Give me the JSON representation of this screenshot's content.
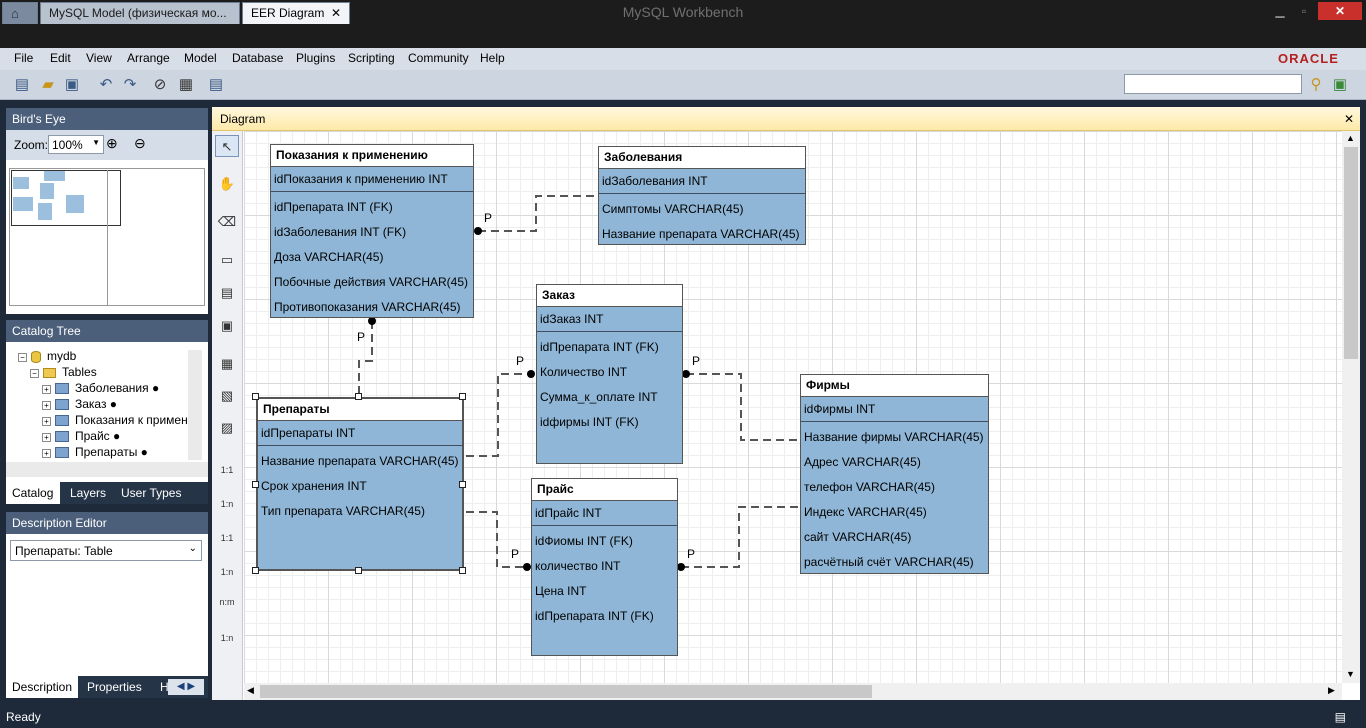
{
  "window": {
    "title": "MySQL Workbench"
  },
  "tabs": [
    {
      "label": "MySQL Model (физическая мо..."
    },
    {
      "label": "EER Diagram"
    }
  ],
  "menu": [
    "File",
    "Edit",
    "View",
    "Arrange",
    "Model",
    "Database",
    "Plugins",
    "Scripting",
    "Community",
    "Help"
  ],
  "brand": "ORACLE",
  "birds_eye": {
    "title": "Bird's Eye",
    "zoom_label": "Zoom:",
    "zoom_value": "100%"
  },
  "catalog": {
    "title": "Catalog Tree",
    "schema": "mydb",
    "folder": "Tables",
    "tables": [
      "Заболевания ●",
      "Заказ ●",
      "Показания к примен",
      "Прайс ●",
      "Препараты ●"
    ],
    "tabs": [
      "Catalog",
      "Layers",
      "User Types"
    ]
  },
  "description_editor": {
    "title": "Description Editor",
    "selected": "Препараты: Table",
    "tabs": [
      "Description",
      "Properties",
      "H"
    ]
  },
  "diagram": {
    "header": "Diagram"
  },
  "toolbar_labels": {
    "one_to_one": "1:1",
    "one_to_n": "1:n",
    "n_to_m": "n:m"
  },
  "entities": {
    "pokazaniya": {
      "title": "Показания к применению",
      "pk": "idПоказания к применению INT",
      "columns": [
        "idПрепарата INT (FK)",
        "idЗаболевания INT (FK)",
        "Доза VARCHAR(45)",
        "Побочные действия VARCHAR(45)",
        "Противопоказания VARCHAR(45)"
      ]
    },
    "zabolevaniya": {
      "title": "Заболевания",
      "pk": "idЗаболевания INT",
      "columns": [
        "Симптомы VARCHAR(45)",
        "Название препарата VARCHAR(45)"
      ]
    },
    "zakaz": {
      "title": "Заказ",
      "pk": "idЗаказ INT",
      "columns": [
        "idПрепарата INT (FK)",
        "Количество INT",
        "Сумма_к_оплате INT",
        "idфирмы INT (FK)"
      ]
    },
    "preparaty": {
      "title": "Препараты",
      "pk": "idПрепараты INT",
      "columns": [
        "Название препарата VARCHAR(45)",
        "Срок хранения INT",
        "Тип препарата VARCHAR(45)"
      ]
    },
    "prais": {
      "title": "Прайс",
      "pk": "idПрайс INT",
      "columns": [
        "idФиомы INT (FK)",
        "количество INT",
        "Цена INT",
        "idПрепарата INT (FK)"
      ]
    },
    "firmy": {
      "title": "Фирмы",
      "pk": "idФирмы INT",
      "columns": [
        "Название фирмы VARCHAR(45)",
        "Адрес VARCHAR(45)",
        "телефон VARCHAR(45)",
        "Индекс VARCHAR(45)",
        "сайт VARCHAR(45)",
        "расчётный счёт VARCHAR(45)"
      ]
    }
  },
  "relationship_label": "P",
  "status": "Ready"
}
